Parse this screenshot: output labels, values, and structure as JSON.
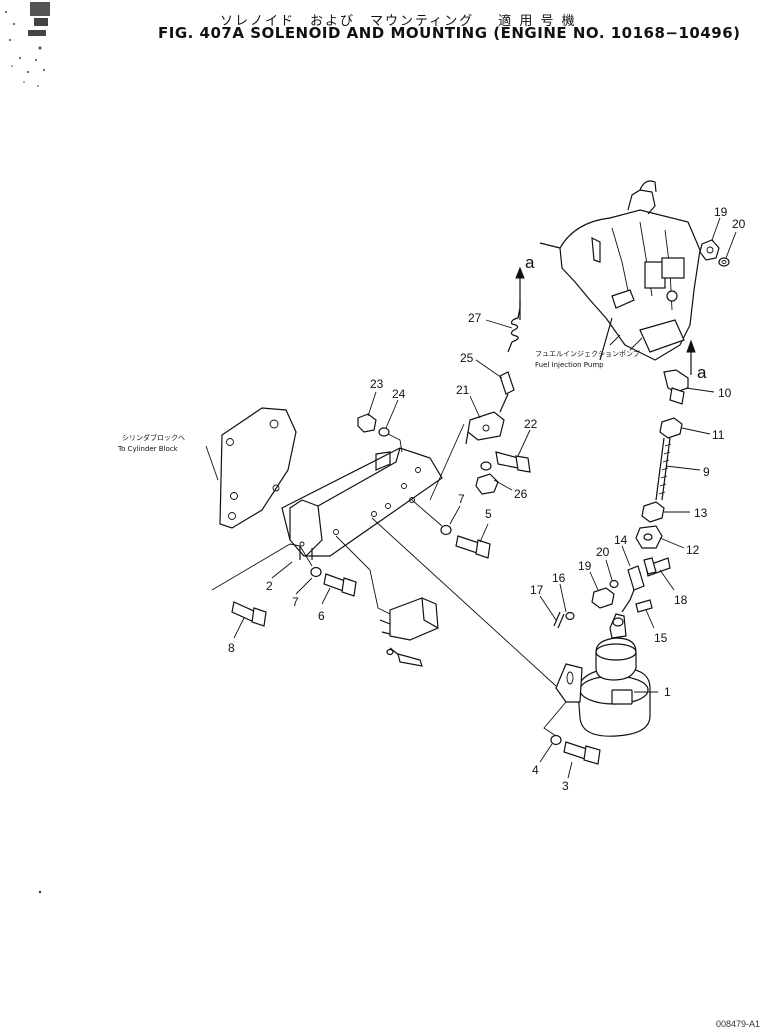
{
  "header": {
    "title_jp_main": "ソレノイド　および　マウンティング",
    "title_jp_serial": "適 用 号 機",
    "title_en": "FIG. 407A  SOLENOID AND MOUNTING (ENGINE NO. 10168−10496)"
  },
  "annotations": {
    "cylinder_block_jp": "シリンダブロックへ",
    "cylinder_block_en": "To Cylinder Block",
    "fuel_pump_jp": "フュエルインジェクションポンプ",
    "fuel_pump_en": "Fuel Injection Pump",
    "view_marker": "a",
    "corner_code": "008479-A1"
  },
  "callouts": {
    "c1": "1",
    "c2": "2",
    "c3": "3",
    "c4": "4",
    "c5": "5",
    "c6": "6",
    "c7a": "7",
    "c7b": "7",
    "c8": "8",
    "c9": "9",
    "c10": "10",
    "c11": "11",
    "c12": "12",
    "c13": "13",
    "c14": "14",
    "c15": "15",
    "c16": "16",
    "c17": "17",
    "c18": "18",
    "c19a": "19",
    "c19b": "19",
    "c20a": "20",
    "c20b": "20",
    "c21": "21",
    "c22": "22",
    "c23": "23",
    "c24": "24",
    "c25": "25",
    "c26": "26",
    "c27": "27"
  }
}
